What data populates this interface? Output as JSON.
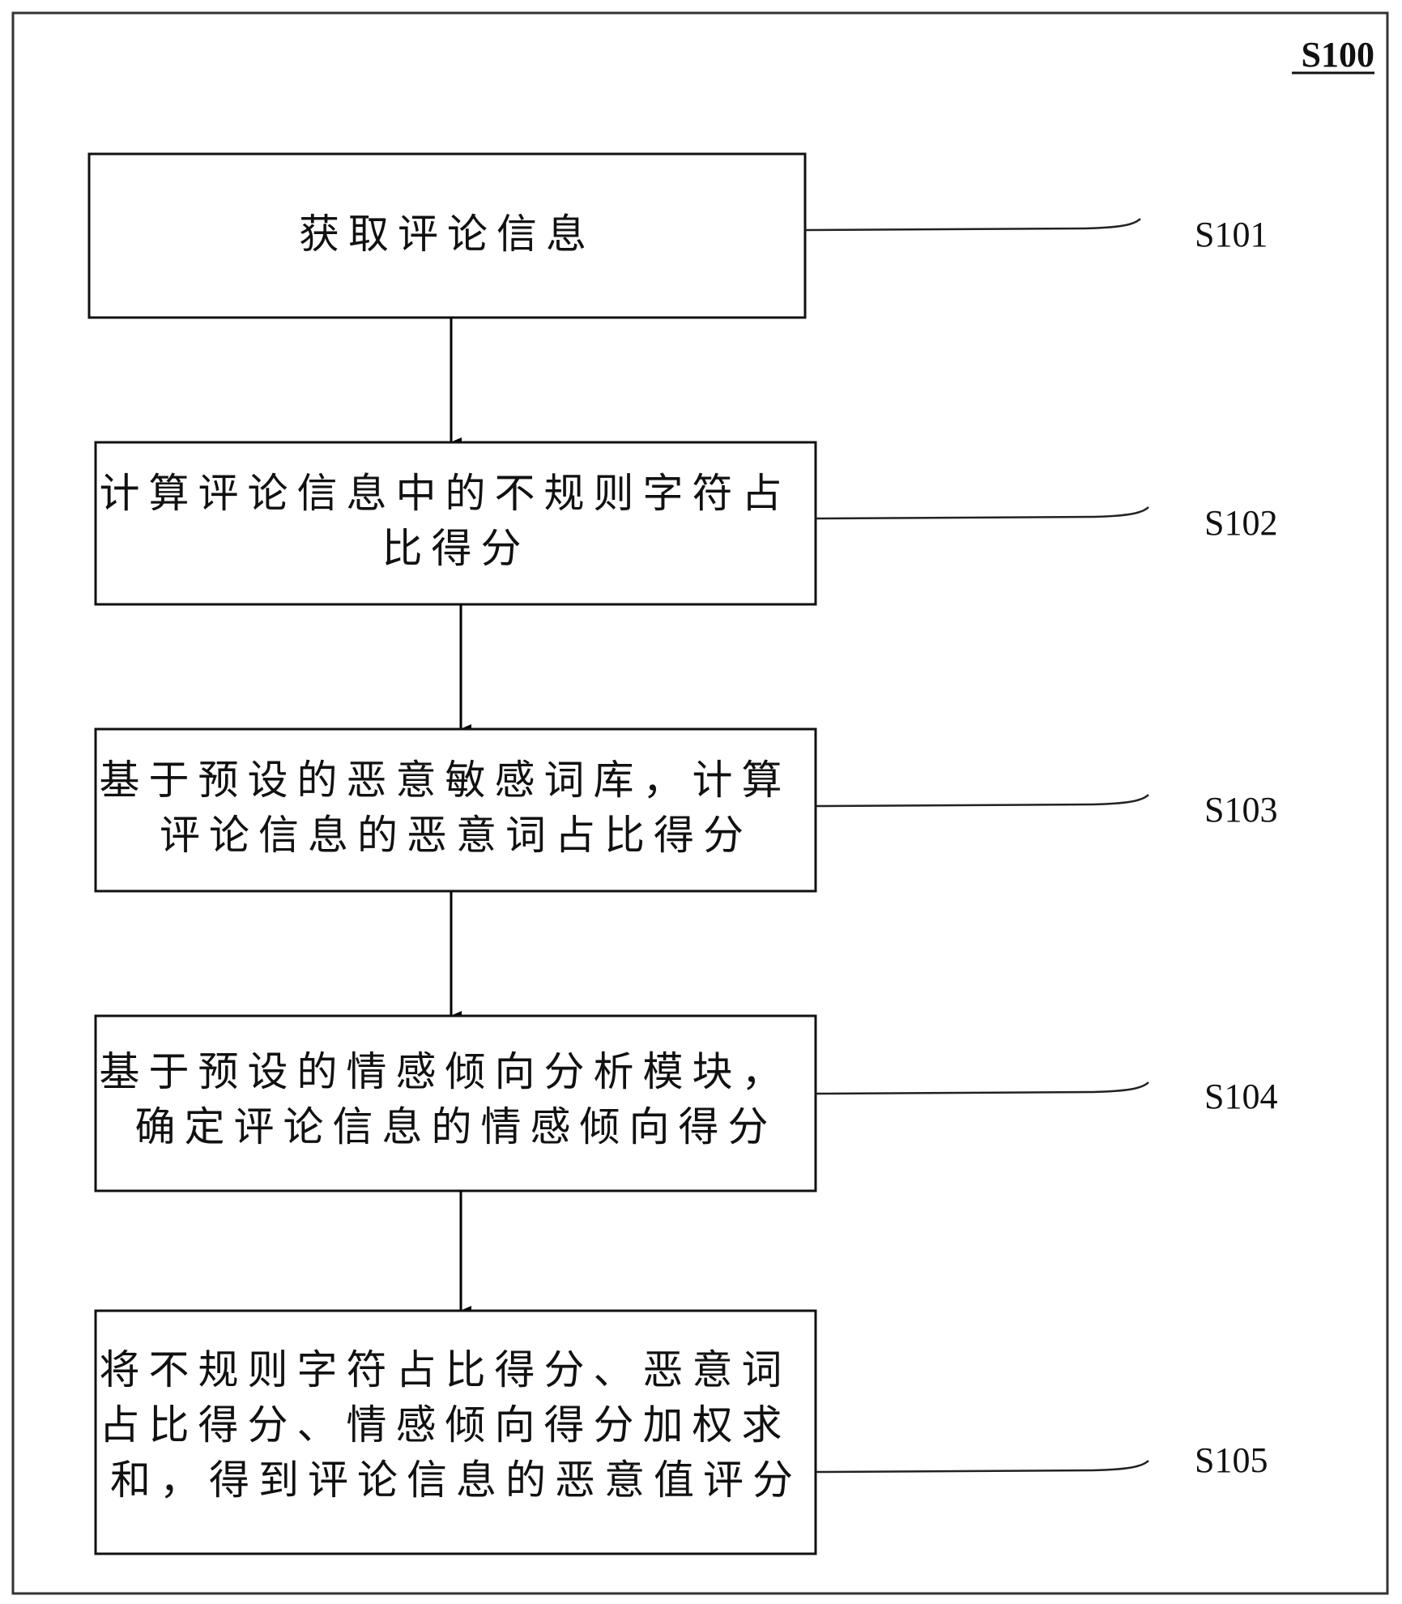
{
  "diagram_id": "S100",
  "steps": [
    {
      "label": "S101",
      "lines": [
        "获取评论信息"
      ]
    },
    {
      "label": "S102",
      "lines": [
        "计算评论信息中的不规则字符占",
        "比得分"
      ]
    },
    {
      "label": "S103",
      "lines": [
        "基于预设的恶意敏感词库，计算",
        "评论信息的恶意词占比得分"
      ]
    },
    {
      "label": "S104",
      "lines": [
        "基于预设的情感倾向分析模块，",
        "确定评论信息的情感倾向得分"
      ]
    },
    {
      "label": "S105",
      "lines": [
        "将不规则字符占比得分、恶意词",
        "占比得分、情感倾向得分加权求",
        "和，得到评论信息的恶意值评分"
      ]
    }
  ]
}
